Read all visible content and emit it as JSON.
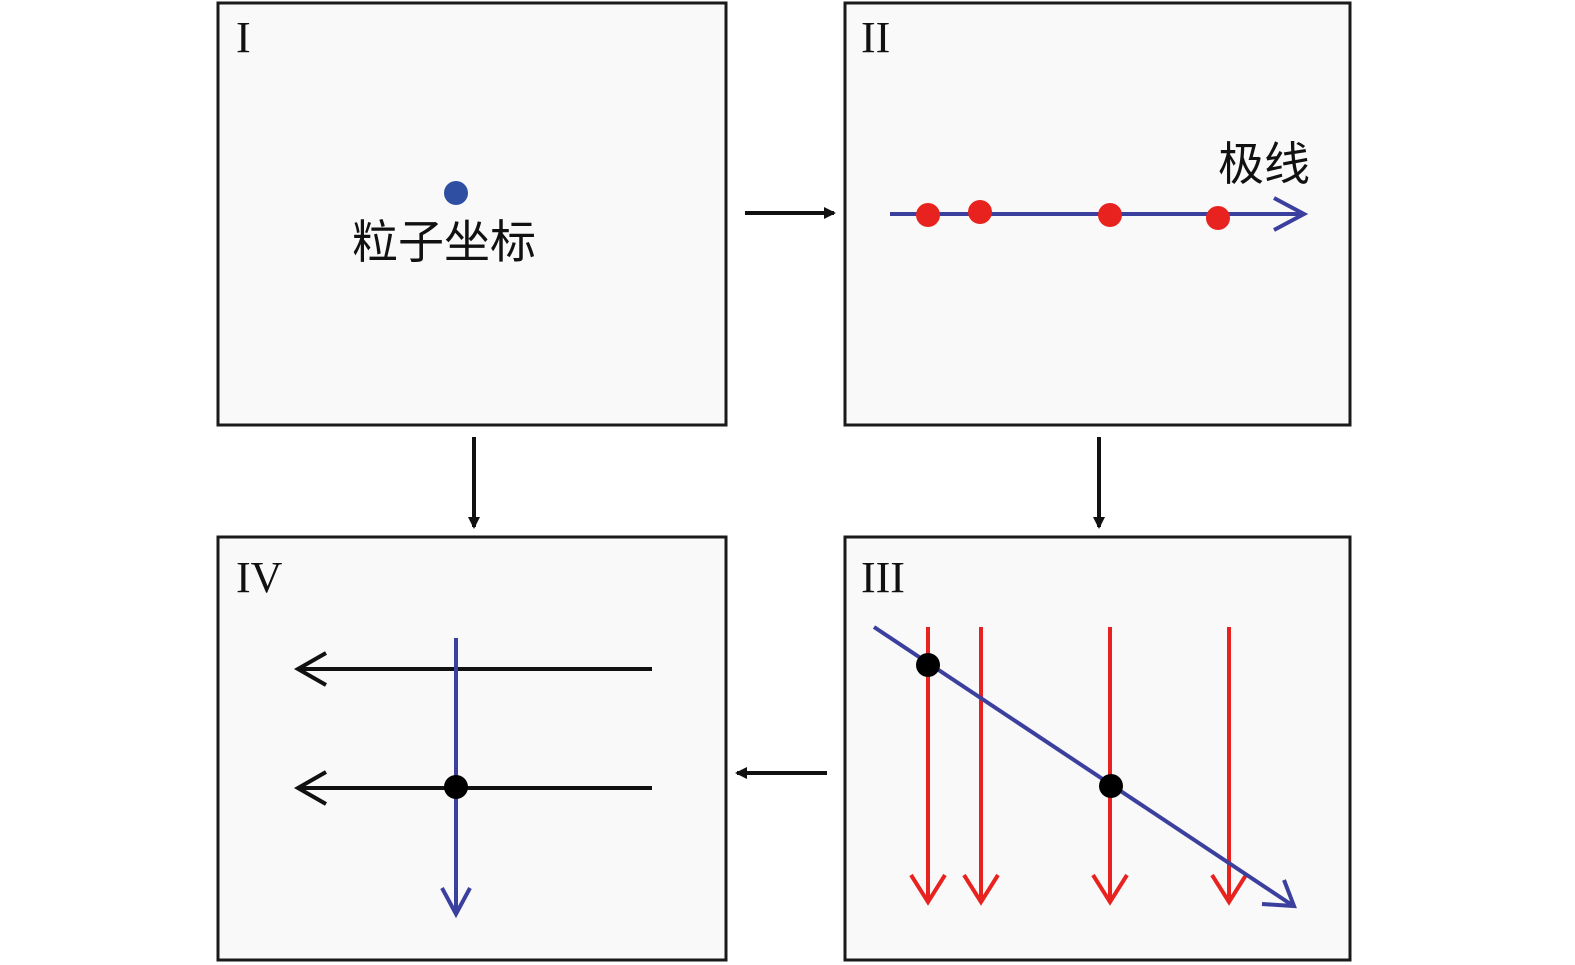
{
  "panels": {
    "p1": {
      "label": "I",
      "text": "粒子坐标"
    },
    "p2": {
      "label": "II",
      "text": "极线"
    },
    "p3": {
      "label": "III"
    },
    "p4": {
      "label": "IV"
    }
  },
  "colors": {
    "particle": "#2f4fa3",
    "epipolar": "#3b3f9e",
    "candidate": "#e8231f",
    "match": "#000000"
  }
}
